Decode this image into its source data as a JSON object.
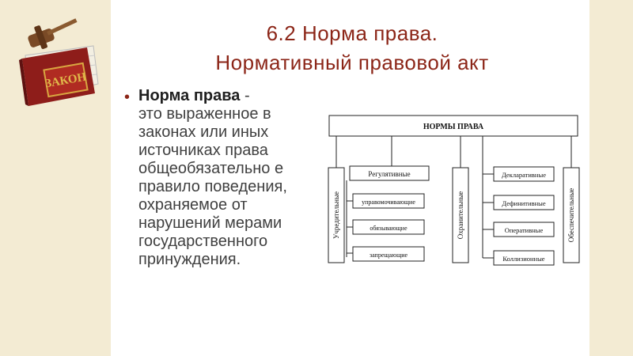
{
  "title": {
    "line1": "6.2 Норма права.",
    "line2": "Нормативный правовой акт"
  },
  "book_label": "ЗАКОН",
  "definition": {
    "term": "Норма права",
    "dash": " -",
    "body": "это выраженное в законах или иных источниках права общеобязательно е правило поведения, охраняемое от нарушений мерами государственного принуждения."
  },
  "diagram": {
    "root": "НОРМЫ ПРАВА",
    "col1": "Учредительные",
    "col2_head": "Регулятивные",
    "col2_items": [
      "управомочивающие",
      "обязывающие",
      "запрещающие"
    ],
    "col3": "Охранительные",
    "col4_items": [
      "Декларативные",
      "Дефинитивные",
      "Оперативные",
      "Коллизионные"
    ],
    "col5": "Обеспечительные"
  },
  "colors": {
    "background": "#f3ebd3",
    "title": "#8c2618",
    "text": "#404040"
  }
}
